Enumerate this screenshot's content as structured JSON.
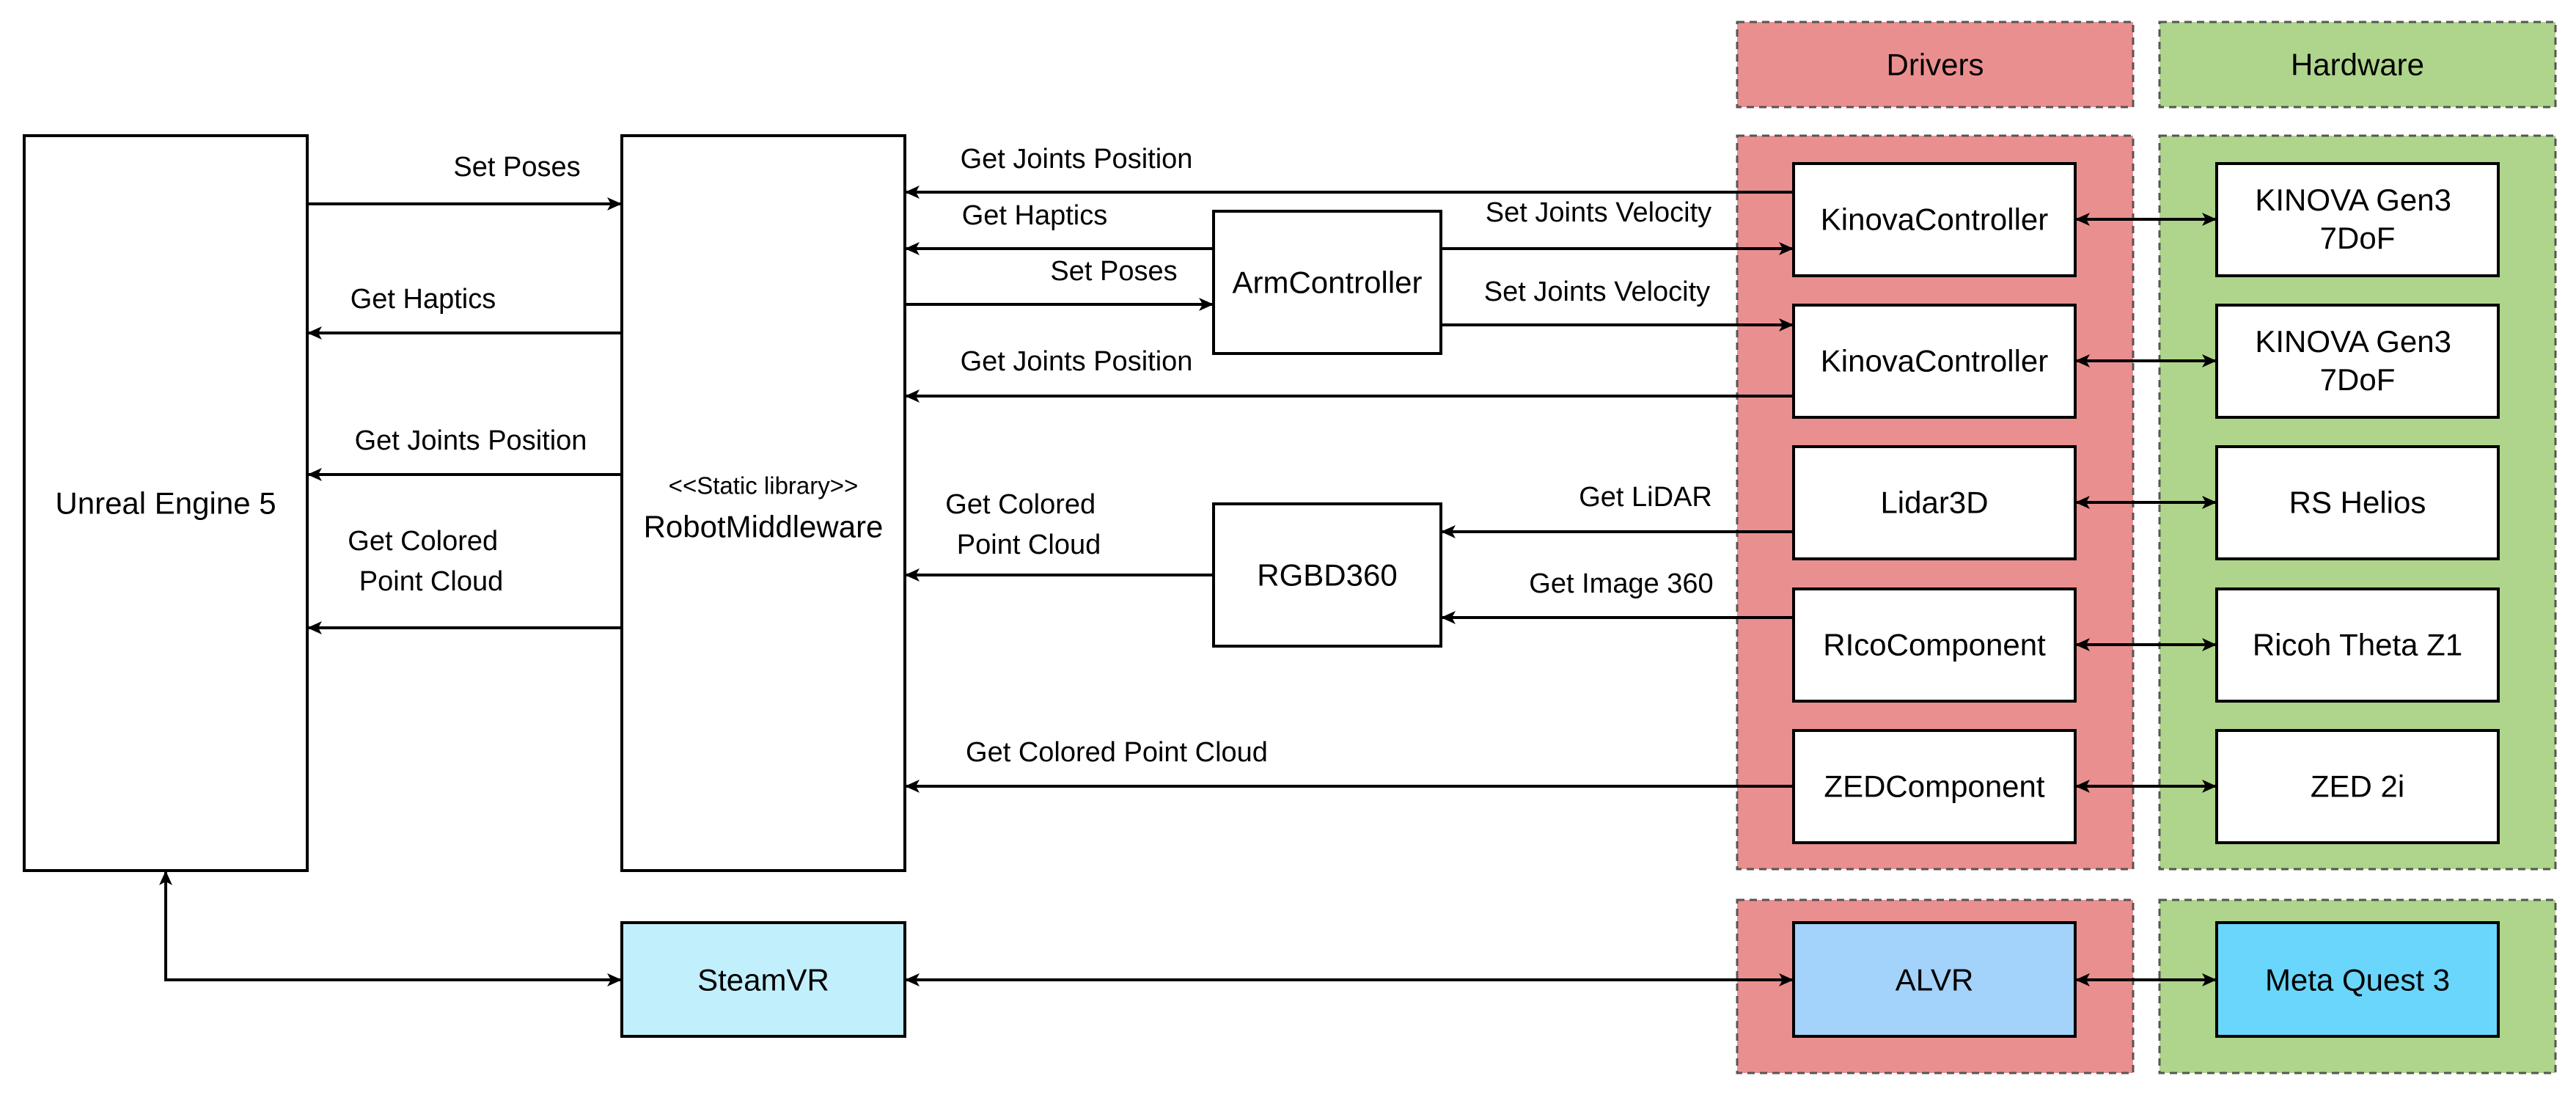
{
  "groups": {
    "drivers_title": "Drivers",
    "hardware_title": "Hardware",
    "drivers_color": "#ea8f8f",
    "hardware_color": "#aed58b"
  },
  "components": {
    "unreal": "Unreal Engine 5",
    "middleware_stereotype": "<<Static library>>",
    "middleware": "RobotMiddleware",
    "arm_controller": "ArmController",
    "rgbd360": "RGBD360",
    "steamvr": "SteamVR",
    "kinova_controller_1": "KinovaController",
    "kinova_controller_2": "KinovaController",
    "lidar3d": "Lidar3D",
    "rico_component": "RIcoComponent",
    "zed_component": "ZEDComponent",
    "alvr": "ALVR",
    "kinova_hw_1": [
      "KINOVA Gen3",
      "7DoF"
    ],
    "kinova_hw_2": [
      "KINOVA Gen3",
      "7DoF"
    ],
    "rs_helios": "RS Helios",
    "ricoh_theta": "Ricoh Theta Z1",
    "zed2i": "ZED 2i",
    "meta_quest": "Meta Quest 3"
  },
  "edges": {
    "set_poses_ue": "Set Poses",
    "get_haptics_ue": "Get Haptics",
    "get_joints_ue": "Get Joints Position",
    "get_colored_ue": [
      "Get Colored",
      "Point Cloud"
    ],
    "get_joints_top": "Get Joints Position",
    "get_haptics_arm": "Get Haptics",
    "set_poses_arm": "Set Poses",
    "set_joints_vel_1": "Set Joints Velocity",
    "set_joints_vel_2": "Set Joints Velocity",
    "get_joints_mid": "Get Joints Position",
    "get_colored_rgbd": [
      "Get Colored",
      "Point Cloud"
    ],
    "get_lidar": "Get LiDAR",
    "get_image360": "Get Image 360",
    "get_colored_zed": "Get Colored Point Cloud"
  },
  "colors": {
    "steamvr_fill": "#c2effc",
    "alvr_fill": "#a3d2fb",
    "meta_fill": "#6bd6fb"
  }
}
